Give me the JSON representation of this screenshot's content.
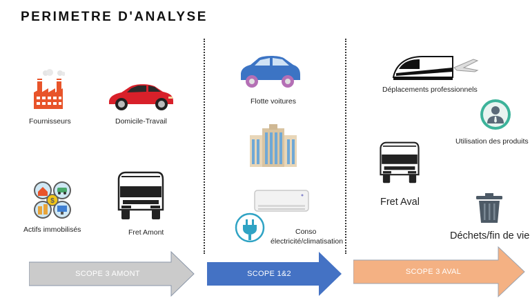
{
  "title": "PERIMETRE D'ANALYSE",
  "labels": {
    "fournisseurs": "Fournisseurs",
    "domicile_travail": "Domicile-Travail",
    "actifs": "Actifs immobilisés",
    "fret_amont": "Fret Amont",
    "flotte": "Flotte voitures",
    "conso_line1": "Conso",
    "conso_line2": "électricité/climatisation",
    "deplacements": "Déplacements professionnels",
    "utilisation": "Utilisation des produits",
    "fret_aval": "Fret Aval",
    "dechets": "Déchets/fin de vie"
  },
  "scopes": {
    "amont": {
      "label": "SCOPE 3 AMONT",
      "color": "#cbcbcb"
    },
    "s12": {
      "label": "SCOPE 1&2",
      "color": "#4472c4"
    },
    "aval": {
      "label": "SCOPE 3 AVAL",
      "color": "#f4b183"
    }
  },
  "icons": [
    "factory-icon",
    "red-car-icon",
    "assets-icon",
    "truck-icon",
    "blue-car-icon",
    "building-icon",
    "air-conditioner-icon",
    "plug-icon",
    "train-plane-icon",
    "user-icon",
    "trash-icon"
  ]
}
